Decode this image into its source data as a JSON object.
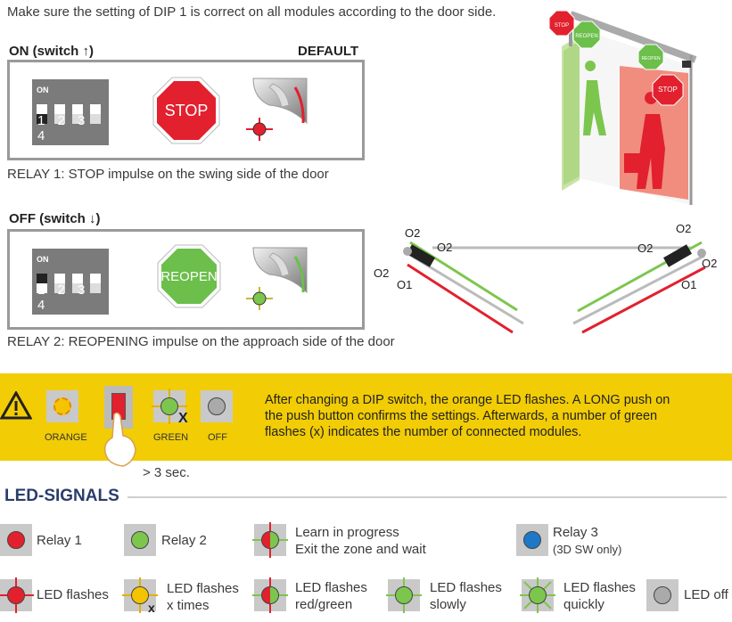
{
  "instruction": "Make sure the setting of DIP 1 is correct on all modules according to the door side.",
  "on_section": {
    "header": "ON (switch ↑)",
    "default_label": "DEFAULT",
    "dip_on_label": "ON",
    "dip_numbers": "1 2 3 4",
    "sign_label": "STOP",
    "sign_color": "#e2202e",
    "relay_text": "RELAY 1: STOP impulse on the swing side of the door"
  },
  "off_section": {
    "header": "OFF (switch ↓)",
    "dip_on_label": "ON",
    "dip_numbers": "1 2 3 4",
    "sign_label": "REOPEN",
    "sign_color": "#6bbf4a",
    "relay_text": "RELAY 2: REOPENING impulse on the approach side of the door"
  },
  "door_illustration": {
    "stop_sign_label": "STOP",
    "reopen_sign_label": "REOPEN",
    "reopen_small_label": "REOPEN"
  },
  "sensor_diagram": {
    "left_labels": [
      "O2",
      "O2",
      "O2",
      "O1"
    ],
    "right_labels": [
      "O2",
      "O2",
      "O2",
      "O1"
    ]
  },
  "warning_bar": {
    "background": "#f2cc05",
    "led_labels": [
      "ORANGE",
      "GREEN",
      "OFF"
    ],
    "x_mark": "X",
    "hold_text": "> 3 sec.",
    "message_line1": "After changing a DIP switch, the orange LED flashes. A LONG push on",
    "message_line2": "the push button confirms the settings. Afterwards, a number of green",
    "message_line3": "flashes (x) indicates the number of connected modules."
  },
  "led_signals": {
    "title": "LED-SIGNALS",
    "row1": [
      {
        "label": "Relay 1",
        "color": "#e2202e",
        "icon": "red-led-icon"
      },
      {
        "label": "Relay 2",
        "color": "#7cc64e",
        "icon": "green-led-icon"
      },
      {
        "label": "Learn in progress",
        "label2": "Exit the zone and wait",
        "icon": "red-green-flash-icon"
      },
      {
        "label": "Relay 3",
        "label2": "(3D SW only)",
        "color": "#1e78c8",
        "icon": "blue-led-icon"
      }
    ],
    "row2": [
      {
        "label": "LED flashes",
        "icon": "red-flash-icon"
      },
      {
        "label": "LED flashes",
        "label2": "x times",
        "icon": "orange-flash-x-icon"
      },
      {
        "label": "LED flashes",
        "label2": "red/green",
        "icon": "red-green-flash-icon"
      },
      {
        "label": "LED flashes",
        "label2": "slowly",
        "icon": "green-slow-flash-icon"
      },
      {
        "label": "LED flashes",
        "label2": "quickly",
        "icon": "green-quick-flash-icon"
      },
      {
        "label": "LED off",
        "icon": "led-off-icon"
      }
    ],
    "x_mark": "x"
  }
}
